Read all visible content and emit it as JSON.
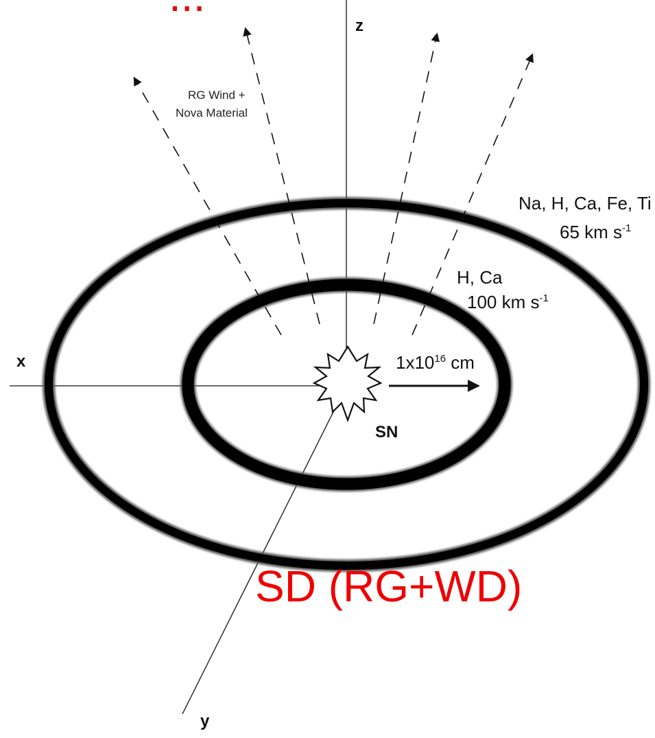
{
  "top_text": "...",
  "axes": {
    "x": "x",
    "y": "y",
    "z": "z"
  },
  "wind": {
    "line1": "RG Wind +",
    "line2": "Nova Material"
  },
  "outer_shell": {
    "species": "Na, H, Ca, Fe, Ti",
    "velocity": "65 km s",
    "velocity_exp": "-1"
  },
  "inner_shell": {
    "species": "H, Ca",
    "velocity": "100 km s",
    "velocity_exp": "-1"
  },
  "radius": {
    "base": "1x10",
    "exp": "16",
    "unit": " cm"
  },
  "supernova": "SN",
  "scenario": "SD (RG+WD)",
  "colors": {
    "ink": "#111111",
    "scenario": "#ee0000"
  }
}
